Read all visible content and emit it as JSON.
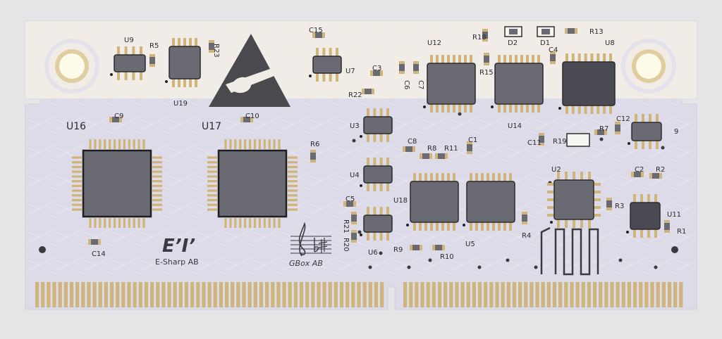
{
  "board": {
    "colors": {
      "background": "#e5e5e7",
      "substrate": "#dcdbe7",
      "silkscreen": "#f2eee8",
      "copper": "#cfb57b",
      "chip": "#6a6a72",
      "chip_dark": "#4a4a52",
      "outline": "#2a2a2e"
    }
  },
  "labels": {
    "U16": "U16",
    "U17": "U17",
    "U9": "U9",
    "U19": "U19",
    "U7": "U7",
    "U3": "U3",
    "U4": "U4",
    "U6": "U6",
    "U18": "U18",
    "U5": "U5",
    "U12": "U12",
    "U14": "U14",
    "U8": "U8",
    "U2": "U2",
    "U11": "U11",
    "R1": "R1",
    "R2": "R2",
    "R3": "R3",
    "R4": "R4",
    "R5": "R5",
    "R6": "R6",
    "R7": "R7",
    "R8": "R8",
    "R9": "R9",
    "R10": "R10",
    "R11": "R11",
    "R13": "R13",
    "R15": "R15",
    "R18": "R18",
    "R19": "R19",
    "R20": "R20",
    "R21": "R21",
    "R22": "R22",
    "R23": "R23",
    "C1": "C1",
    "C2": "C2",
    "C3": "C3",
    "C4": "C4",
    "C5": "C5",
    "C6": "C6",
    "C7": "C7",
    "C8": "C8",
    "C9": "C9",
    "C10": "C10",
    "C11": "C11",
    "C12": "C12",
    "C14": "C14",
    "C15": "C15",
    "D1": "D1",
    "D2": "D2",
    "edge": "9"
  },
  "logos": {
    "esharp_mark": "E’I’",
    "esharp_text": "E-Sharp AB",
    "gbox_text": "GBox AB"
  }
}
